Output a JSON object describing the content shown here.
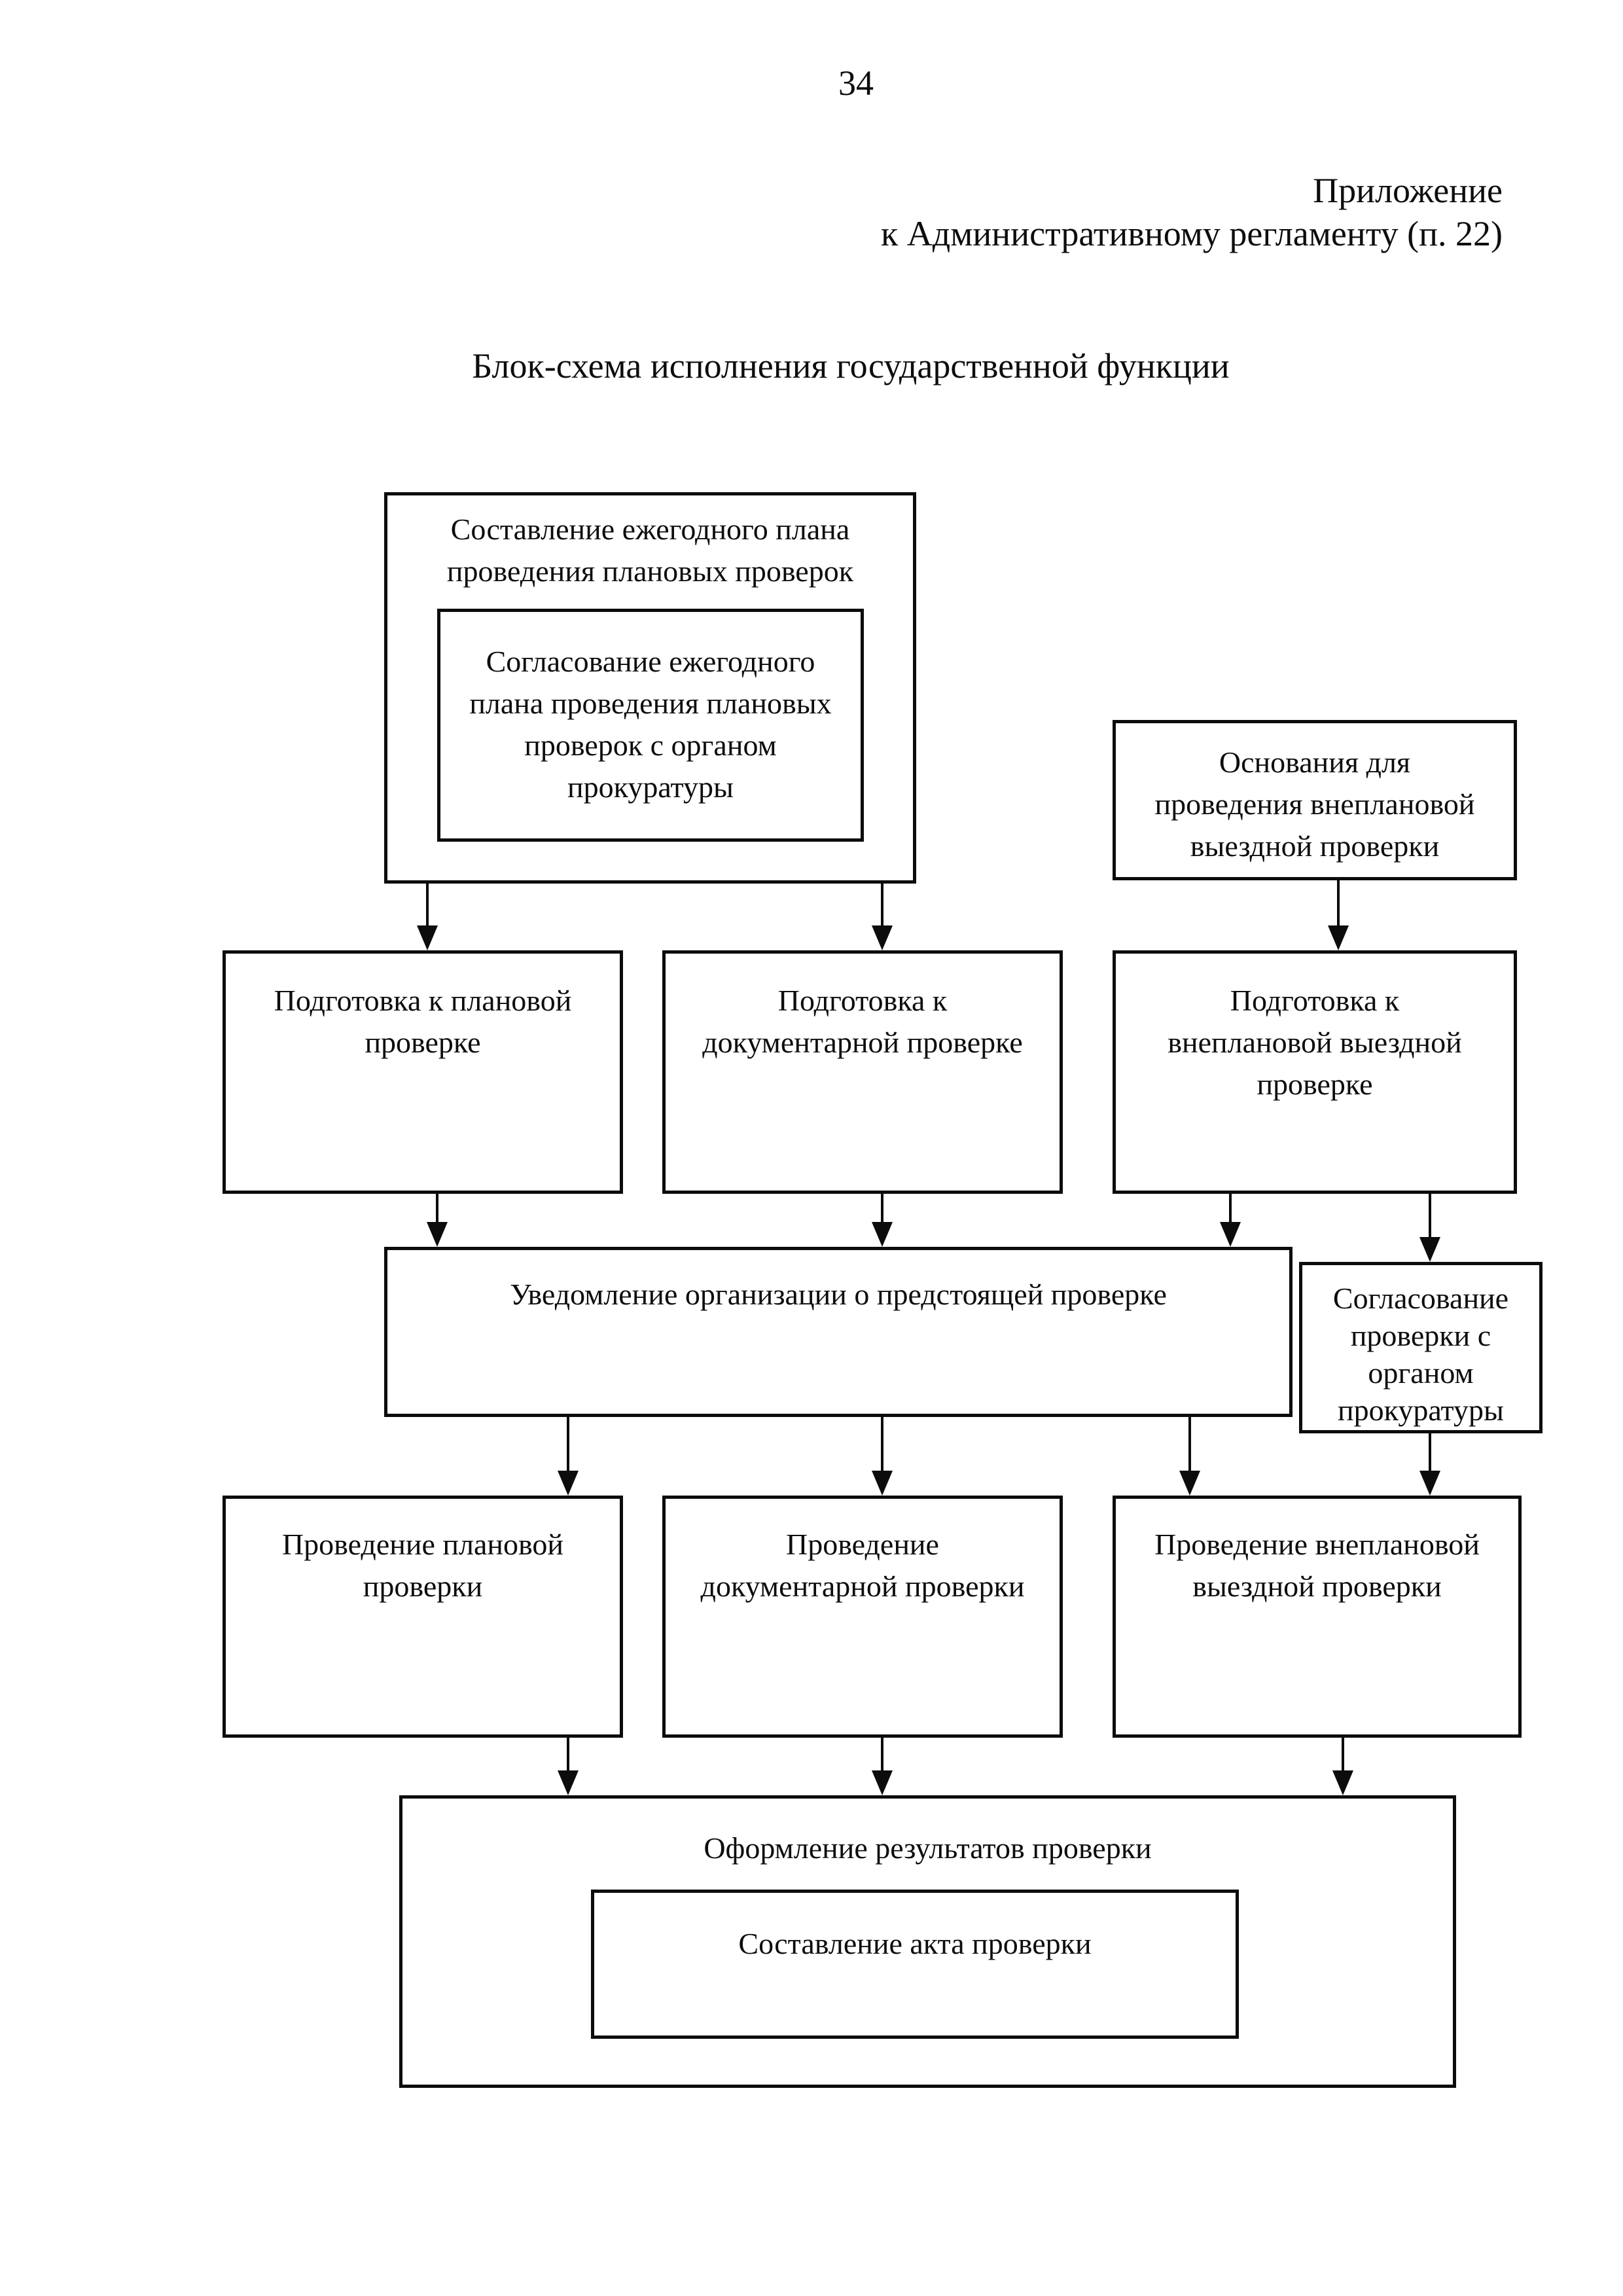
{
  "page": {
    "number": "34",
    "header": [
      "Приложение",
      "к Административному регламенту (п. 22)"
    ],
    "title": "Блок-схема исполнения государственной функции"
  },
  "flowchart": {
    "ink_color": "#0c0c0c",
    "boxes": {
      "plan": [
        "Составление ежегодного плана",
        "проведения плановых проверок"
      ],
      "agree_plan": [
        "Согласование ежегодного",
        "плана проведения плановых",
        "проверок с органом",
        "прокуратуры"
      ],
      "grounds": [
        "Основания для",
        "проведения внеплановой",
        "выездной проверки"
      ],
      "prep_plan": [
        "Подготовка к плановой",
        "проверке"
      ],
      "prep_doc": [
        "Подготовка к",
        "документарной проверке"
      ],
      "prep_unplanned": [
        "Подготовка к",
        "внеплановой выездной",
        "проверке"
      ],
      "notify": [
        "Уведомление организации о предстоящей проверке"
      ],
      "agree_check": [
        "Согласование",
        "проверки с",
        "органом",
        "прокуратуры"
      ],
      "conduct_plan": [
        "Проведение плановой",
        "проверки"
      ],
      "conduct_doc": [
        "Проведение",
        "документарной проверки"
      ],
      "conduct_unplanned": [
        "Проведение внеплановой",
        "выездной проверки"
      ],
      "results": [
        "Оформление результатов проверки"
      ],
      "act": [
        "Составление акта проверки"
      ]
    }
  }
}
